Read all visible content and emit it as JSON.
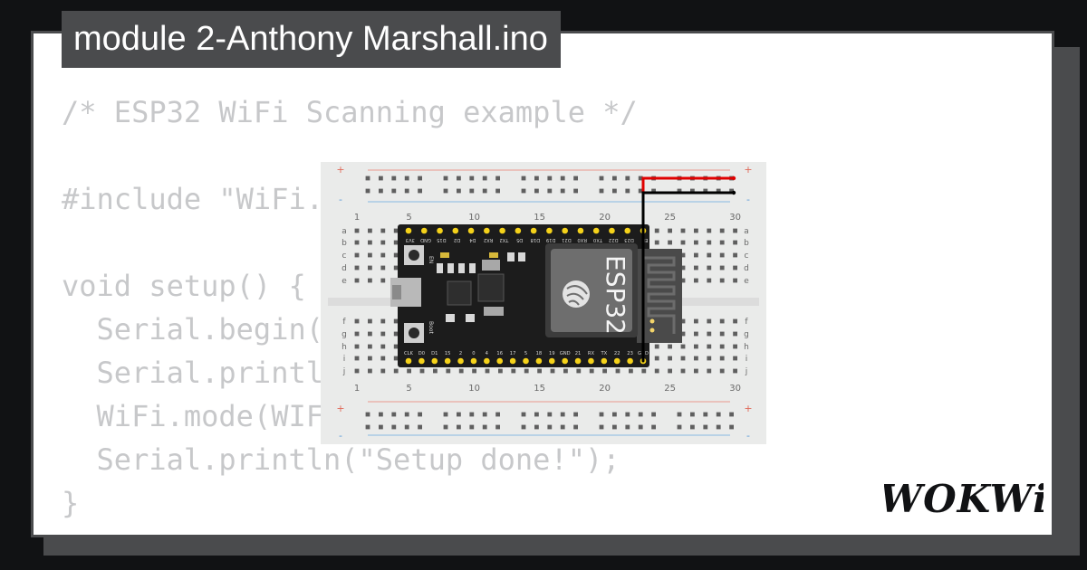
{
  "title": "module 2-Anthony Marshall.ino",
  "code_lines": [
    "/* ESP32 WiFi Scanning example */",
    "",
    "#include \"WiFi.",
    "",
    "void setup() {",
    "  Serial.begin(",
    "  Serial.printl",
    "  WiFi.mode(WIF",
    "  Serial.println(\"Setup done!\");",
    "}"
  ],
  "breadboard": {
    "column_numbers": [
      "1",
      "5",
      "10",
      "15",
      "20",
      "25",
      "30"
    ],
    "row_letters_top": [
      "a",
      "b",
      "c",
      "d",
      "e"
    ],
    "row_letters_bottom": [
      "f",
      "g",
      "h",
      "i",
      "j"
    ],
    "rail_plus": "+",
    "rail_minus": "-"
  },
  "esp32": {
    "module_label": "ESP32",
    "top_pins": [
      "3V3",
      "GND",
      "D15",
      "D2",
      "D4",
      "RX2",
      "TX2",
      "D5",
      "D18",
      "D19",
      "D21",
      "RX0",
      "TX0",
      "D22",
      "D23",
      "EN"
    ],
    "bottom_pins": [
      "CLK",
      "D0",
      "D1",
      "15",
      "2",
      "0",
      "4",
      "16",
      "17",
      "5",
      "18",
      "19",
      "GND",
      "21",
      "RX",
      "TX",
      "22",
      "23",
      "GND"
    ],
    "button_labels": [
      "EN",
      "Boot"
    ]
  },
  "wires": [
    {
      "name": "red",
      "color": "#e00000"
    },
    {
      "name": "black",
      "color": "#000000"
    }
  ],
  "logo": "WOKWi"
}
